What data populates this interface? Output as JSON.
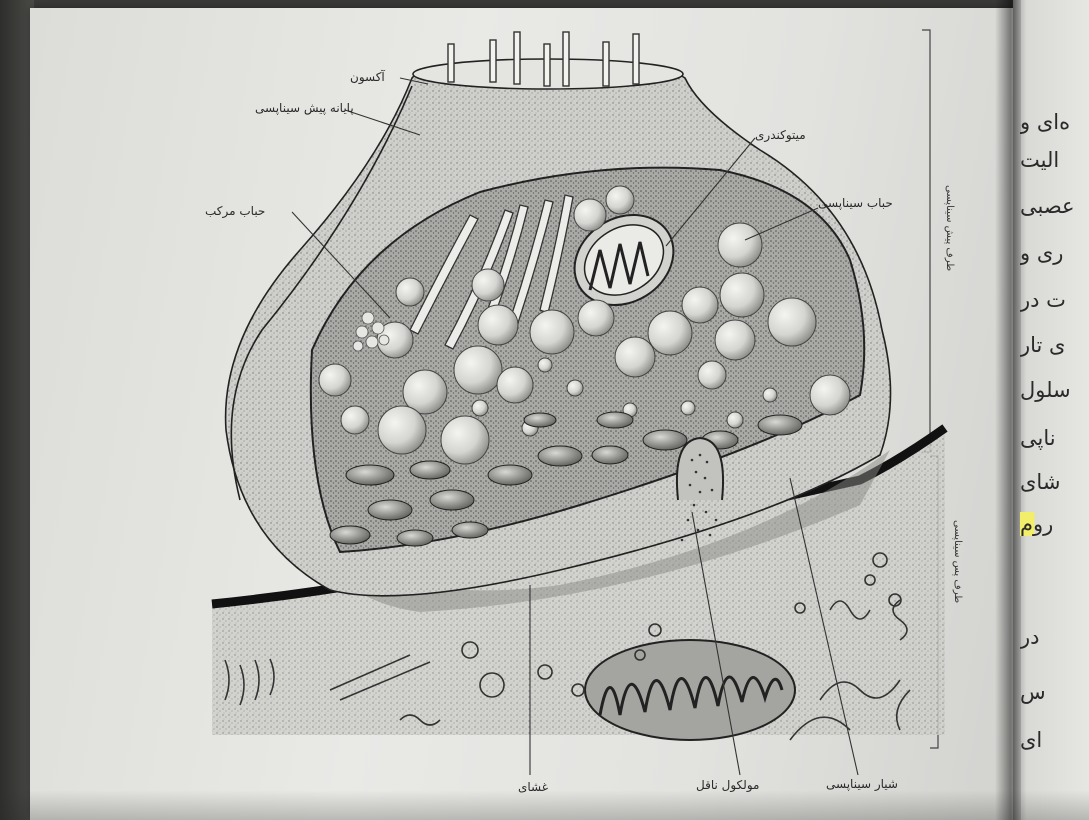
{
  "labels": {
    "axon": "آکسون",
    "presynaptic_terminal": "پایانه پیش سیناپسی",
    "mitochondrion": "میتوکندری",
    "synaptic_vesicle": "حباب سیناپسی",
    "complex_vesicle": "حباب مرکب",
    "membrane": "غشای",
    "transmitter_molecule": "مولکول ناقل",
    "synaptic_cleft": "شیار سیناپسی",
    "presynaptic_side": "طرف پیش سیناپسی",
    "postsynaptic_side": "طرف پس سیناپسی"
  },
  "right_page_fragments": [
    "ه‌ای و",
    "الیت",
    "عصبی",
    "ری و",
    "ت در",
    "ی تار",
    "سلول",
    "ناپی",
    "شای",
    "روم",
    "در",
    "س",
    "ای"
  ],
  "colors": {
    "paper": "#e6e6e3",
    "ink": "#2a2a2a",
    "background": "#3a3a38",
    "highlight": "#f3ee6a"
  }
}
